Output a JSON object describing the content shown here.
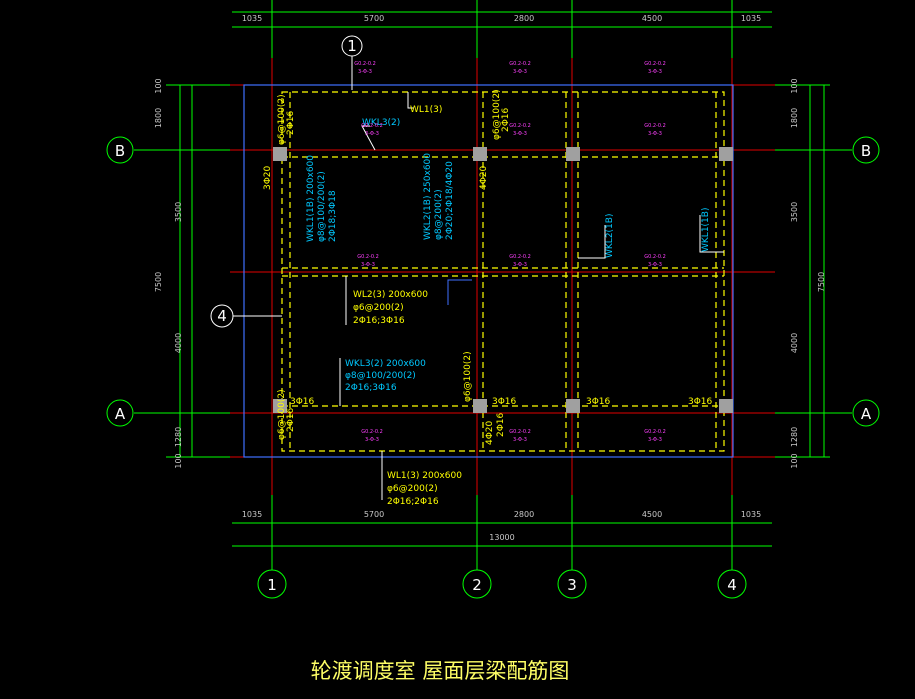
{
  "title": "轮渡调度室  屋面层梁配筋图",
  "axes": {
    "vertical": [
      "1",
      "2",
      "3",
      "4"
    ],
    "horizontal": [
      "A",
      "B"
    ],
    "callout": "4",
    "callout_top": "1"
  },
  "dimensions": {
    "top": [
      "1035",
      "5700",
      "2800",
      "4500",
      "1035"
    ],
    "bottom": [
      "1035",
      "5700",
      "2800",
      "4500",
      "1035"
    ],
    "overall": "13000",
    "left": [
      "100",
      "1800",
      "3500",
      "4000",
      "1280",
      "100"
    ],
    "left_total": "7500",
    "right": [
      "100",
      "1800",
      "3500",
      "4000",
      "1280",
      "100"
    ],
    "right_total": "7500"
  },
  "beams": {
    "wl1_top": "WL1(3)",
    "wkl3_top": "WKL3(2)",
    "wkl1_left": [
      "WKL1(1B) 200x600",
      "φ8@100/200(2)",
      "2Φ18;3Φ18"
    ],
    "wkl2_mid": [
      "WKL2(1B) 250x600",
      "φ8@200(2)",
      "2Φ20;2Φ18/4Φ20"
    ],
    "wkl2_right": "WKL2(1B)",
    "wkl1_right": "WKL1(1B)",
    "wl2": [
      "WL2(3) 200x600",
      "φ6@200(2)",
      "2Φ16;3Φ16"
    ],
    "wkl3_low": [
      "WKL3(2) 200x600",
      "φ8@100/200(2)",
      "2Φ16;3Φ16"
    ],
    "wl1_bottom": [
      "WL1(3) 200x600",
      "φ6@200(2)",
      "2Φ16;2Φ16"
    ],
    "rebar_notes": [
      "φ6@100(2)",
      "2Φ16",
      "3Φ20",
      "3Φ16",
      "3Φ16",
      "3Φ16",
      "3Φ16",
      "4Φ20",
      "φ6@100(2)",
      "2Φ16",
      "φ6@100(2)",
      "2Φ16",
      "4Φ20",
      "φ6@100(2)",
      "2Φ16"
    ],
    "small_labels": [
      "G0.2-0.2",
      "3-Φ-3",
      "G0.2-0.2",
      "3-Φ-3",
      "G0.2-0.2",
      "3-Φ-3",
      "G0.2-0.2",
      "3-Φ-3",
      "G0.2-0.2",
      "3-Φ-3",
      "G0.2-0.2",
      "3-Φ-3",
      "G0.2-0.2",
      "3-Φ-3",
      "G0.2-0.2",
      "3-Φ-3",
      "G0.2-0.2",
      "3-Φ-3",
      "G0.2-0.2",
      "3-Φ-3",
      "G0.2-0.2",
      "3-Φ-3",
      "G0.2-0.2",
      "3-Φ-3"
    ]
  },
  "colors": {
    "background": "#000000",
    "grid_red": "#e00000",
    "grid_green": "#00ff00",
    "beam_dash": "#ffff00",
    "slab_edge": "#4070ff",
    "column": "#a0a0a0",
    "mag_text": "#ff40ff",
    "leader": "#ffffff"
  }
}
